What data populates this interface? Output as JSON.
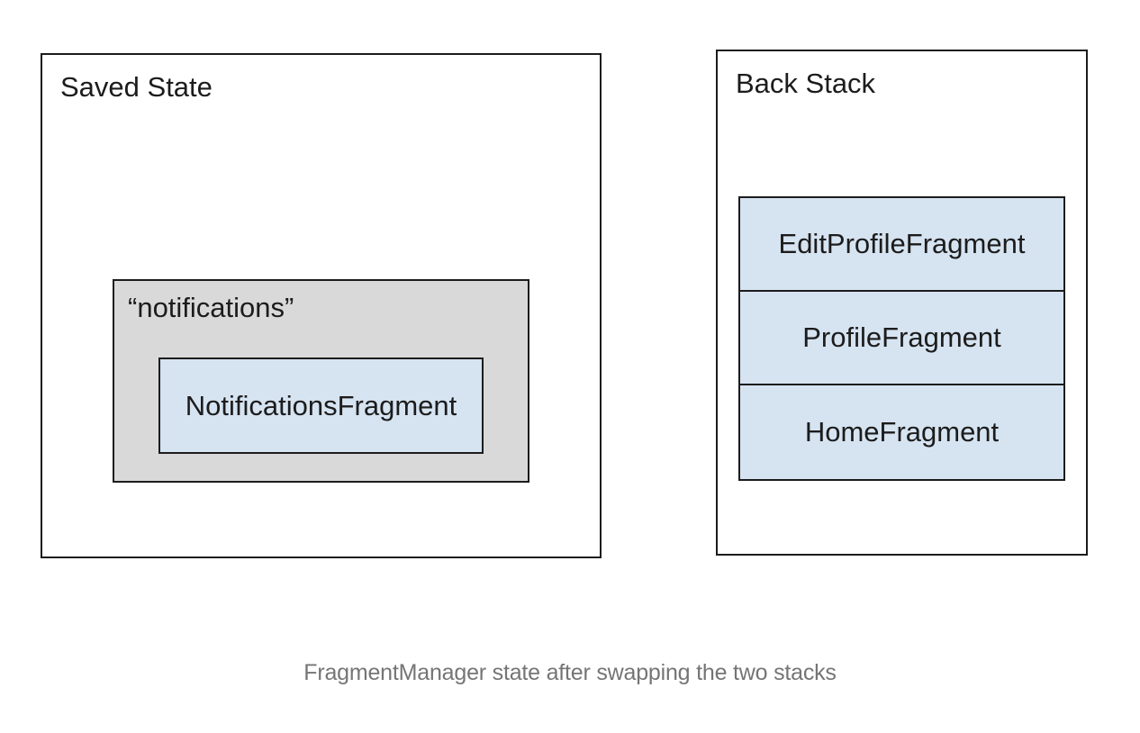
{
  "diagram": {
    "saved_state": {
      "title": "Saved State",
      "entry": {
        "key": "“notifications”",
        "fragment": "NotificationsFragment"
      }
    },
    "back_stack": {
      "title": "Back Stack",
      "entries": [
        "EditProfileFragment",
        "ProfileFragment",
        "HomeFragment"
      ]
    },
    "caption": "FragmentManager state after swapping the two stacks",
    "colors": {
      "fragment_fill": "#d6e3f1",
      "saved_state_entry_fill": "#d9d9d9",
      "border": "#1c1c1c",
      "title_text": "#1c1c1c",
      "caption_text": "#757575",
      "background": "#ffffff"
    }
  }
}
